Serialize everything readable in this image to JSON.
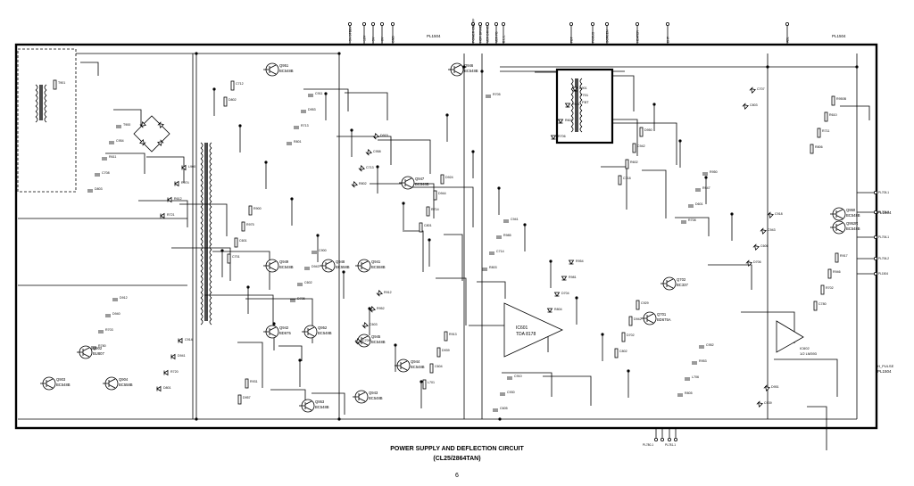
{
  "caption": {
    "title": "POWER SUPPLY AND DEFLECTION CIRCUIT",
    "subtitle": "(CL25/2864TAN)",
    "page": "6"
  },
  "board": {
    "top_left": "PL1504",
    "top_right": "PL1504",
    "right_1": "PL1504",
    "right_2": "PL1504",
    "h_pulse": "H_PULSE"
  },
  "ics": [
    {
      "ref": "IC601",
      "part": "TDA 8178"
    },
    {
      "ref": "IC602",
      "part": "1/2 LM393"
    },
    {
      "ref": "T701",
      "part": "FBT"
    }
  ],
  "transistors": [
    {
      "ref": "Q951",
      "part": "BC548B"
    },
    {
      "ref": "Q946",
      "part": "BC548B"
    },
    {
      "ref": "Q950",
      "part": "BC548B"
    },
    {
      "ref": "Q947",
      "part": "BC548B"
    },
    {
      "ref": "Q949",
      "part": "BC548B"
    },
    {
      "ref": "Q948",
      "part": "BC558B"
    },
    {
      "ref": "Q941",
      "part": "BC558B"
    },
    {
      "ref": "Q942",
      "part": "BD675"
    },
    {
      "ref": "Q952",
      "part": "BC548B"
    },
    {
      "ref": "Q945",
      "part": "BC548B"
    },
    {
      "ref": "Q944",
      "part": "BC548B"
    },
    {
      "ref": "Q943",
      "part": "BC548B"
    },
    {
      "ref": "Q953",
      "part": "BC548B"
    },
    {
      "ref": "Q902",
      "part": "BU807"
    },
    {
      "ref": "Q903",
      "part": "BC548B"
    },
    {
      "ref": "Q904",
      "part": "BC558B"
    },
    {
      "ref": "Q702",
      "part": "BC337"
    },
    {
      "ref": "Q701",
      "part": "BD675A"
    },
    {
      "ref": "Q952R",
      "part": "BC548B"
    }
  ],
  "parts": [
    {
      "ref": "T901"
    },
    {
      "ref": "T900"
    },
    {
      "ref": "L900"
    },
    {
      "ref": "R900"
    },
    {
      "ref": "C900"
    },
    {
      "ref": "R912"
    },
    {
      "ref": "R913"
    },
    {
      "ref": "C910"
    },
    {
      "ref": "D901"
    },
    {
      "ref": "D950"
    },
    {
      "ref": "R950"
    },
    {
      "ref": "C918"
    },
    {
      "ref": "R917"
    },
    {
      "ref": "D912"
    },
    {
      "ref": "C914"
    },
    {
      "ref": "R931"
    },
    {
      "ref": "C911"
    },
    {
      "ref": "D915"
    },
    {
      "ref": "D924"
    },
    {
      "ref": "C941"
    },
    {
      "ref": "R954"
    },
    {
      "ref": "C929"
    },
    {
      "ref": "C952"
    },
    {
      "ref": "D951"
    },
    {
      "ref": "R950B"
    },
    {
      "ref": "C954"
    },
    {
      "ref": "R974"
    },
    {
      "ref": "R975"
    },
    {
      "ref": "D943"
    },
    {
      "ref": "R952"
    },
    {
      "ref": "D939"
    },
    {
      "ref": "C930"
    },
    {
      "ref": "R941"
    },
    {
      "ref": "C942"
    },
    {
      "ref": "R947"
    },
    {
      "ref": "C943"
    },
    {
      "ref": "R946"
    },
    {
      "ref": "D940"
    },
    {
      "ref": "D941"
    },
    {
      "ref": "D957"
    },
    {
      "ref": "D953"
    },
    {
      "ref": "C958"
    },
    {
      "ref": "D944"
    },
    {
      "ref": "R985"
    },
    {
      "ref": "R981"
    },
    {
      "ref": "D942"
    },
    {
      "ref": "R953"
    },
    {
      "ref": "C939"
    },
    {
      "ref": "R610"
    },
    {
      "ref": "R611"
    },
    {
      "ref": "R612"
    },
    {
      "ref": "C601"
    },
    {
      "ref": "C602"
    },
    {
      "ref": "C603"
    },
    {
      "ref": "C604"
    },
    {
      "ref": "C605"
    },
    {
      "ref": "R601"
    },
    {
      "ref": "R602"
    },
    {
      "ref": "D601"
    },
    {
      "ref": "C606"
    },
    {
      "ref": "R702"
    },
    {
      "ref": "R703"
    },
    {
      "ref": "R720"
    },
    {
      "ref": "C712"
    },
    {
      "ref": "R713"
    },
    {
      "ref": "C713"
    },
    {
      "ref": "R714"
    },
    {
      "ref": "C714"
    },
    {
      "ref": "D704"
    },
    {
      "ref": "D702"
    },
    {
      "ref": "L706"
    },
    {
      "ref": "C707"
    },
    {
      "ref": "R711"
    },
    {
      "ref": "C708"
    },
    {
      "ref": "R721"
    },
    {
      "ref": "C701"
    },
    {
      "ref": "D705"
    },
    {
      "ref": "C709"
    },
    {
      "ref": "L701"
    },
    {
      "ref": "R705"
    },
    {
      "ref": "R706"
    },
    {
      "ref": "C718"
    },
    {
      "ref": "R708"
    },
    {
      "ref": "D706"
    },
    {
      "ref": "C780"
    },
    {
      "ref": "R780"
    },
    {
      "ref": "D801"
    },
    {
      "ref": "D802"
    },
    {
      "ref": "R801"
    },
    {
      "ref": "R802"
    },
    {
      "ref": "C801"
    },
    {
      "ref": "R803"
    },
    {
      "ref": "R804"
    },
    {
      "ref": "C802"
    },
    {
      "ref": "R805"
    },
    {
      "ref": "C803"
    },
    {
      "ref": "R806"
    },
    {
      "ref": "D803"
    }
  ],
  "inputs_top": [
    {
      "label": "+5V STDBY"
    },
    {
      "label": "+12V"
    },
    {
      "label": "+5V"
    },
    {
      "label": "+8V"
    },
    {
      "label": "GND"
    },
    {
      "label": "POWER ON/OFF"
    },
    {
      "label": "HOR DRIVE"
    },
    {
      "label": "VER DRIVE"
    },
    {
      "label": "VER FB"
    },
    {
      "label": "B.L.L."
    },
    {
      "label": "FBT"
    },
    {
      "label": "FOCUS"
    },
    {
      "label": "SCREEN"
    },
    {
      "label": "HEATER"
    },
    {
      "label": "EHT"
    },
    {
      "label": "ABL"
    }
  ],
  "connectors": [
    {
      "label": "PL705-1"
    },
    {
      "label": "PL705-2"
    },
    {
      "label": "PL706-1"
    },
    {
      "label": "PL706-2"
    },
    {
      "label": "PL1504"
    },
    {
      "label": "PL780-1"
    },
    {
      "label": "PL780-2"
    },
    {
      "label": "PL781-1"
    },
    {
      "label": "PL781-2"
    },
    {
      "label": "PL502"
    },
    {
      "label": "PL501"
    }
  ],
  "colors": {
    "ink": "#000000",
    "paper": "#ffffff"
  }
}
